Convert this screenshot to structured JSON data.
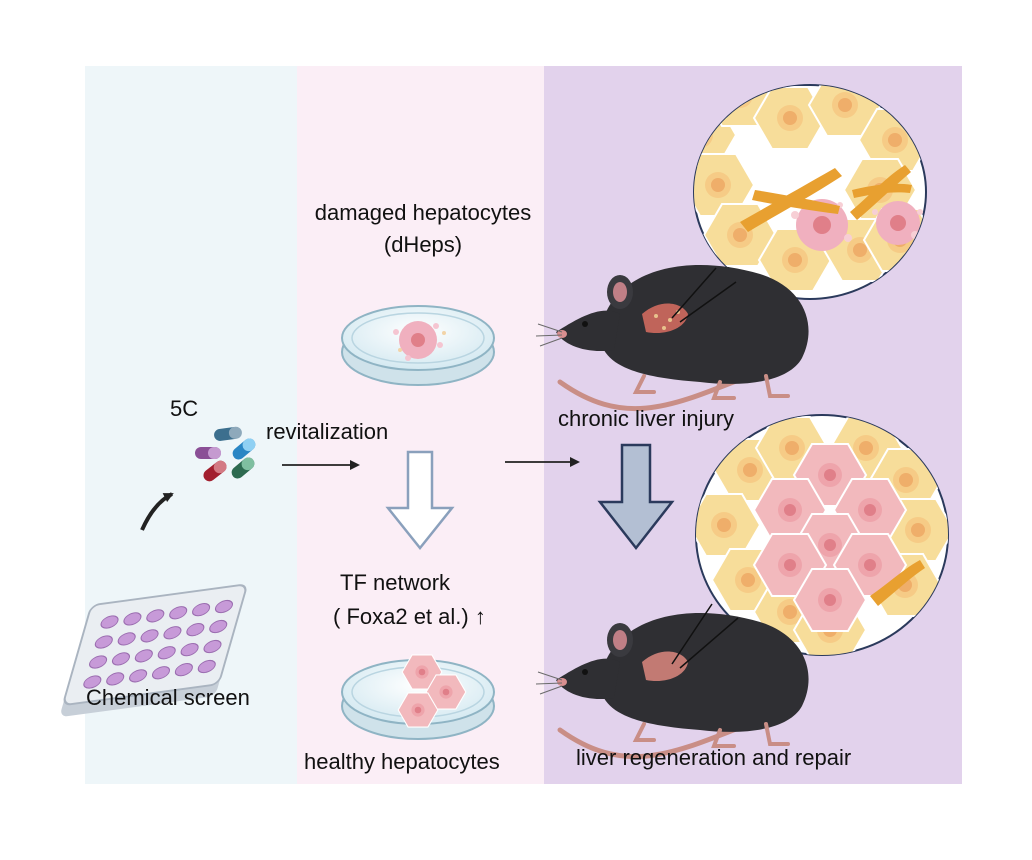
{
  "labels": {
    "damaged_title": "damaged hepatocytes",
    "damaged_abbr": "(dHeps)",
    "five_c": "5C",
    "revitalization": "revitalization",
    "chronic": "chronic liver injury",
    "tf_network": "TF network",
    "foxa2": "( Foxa2 et al.) ↑",
    "chemical_screen": "Chemical screen",
    "healthy": "healthy hepatocytes",
    "regeneration": "liver regeneration and repair"
  },
  "colors": {
    "panel_left": "#eef6f9",
    "panel_middle": "#fbeef6",
    "panel_right": "#e2d2ec",
    "arrow": "#222222",
    "down_arrow_outline": "#8aa0bc",
    "down_arrow_fill_right": "#b3bfd3",
    "down_arrow_stroke_right": "#2b3a5c",
    "healthy_cell": "#f7dd9a",
    "regenerated_cell": "#f2b9bd",
    "damaged_cell": "#f0b0bf",
    "fibrosis": "#e8a030",
    "mouse_body": "#2f2f33",
    "liver": "#c0645a",
    "tail": "#c98e86"
  },
  "icons": [
    "arrow-right-icon",
    "arrow-down-icon",
    "capsule-icon",
    "petri-dish-icon",
    "well-plate-icon",
    "mouse-icon",
    "magnified-tissue-icon"
  ]
}
